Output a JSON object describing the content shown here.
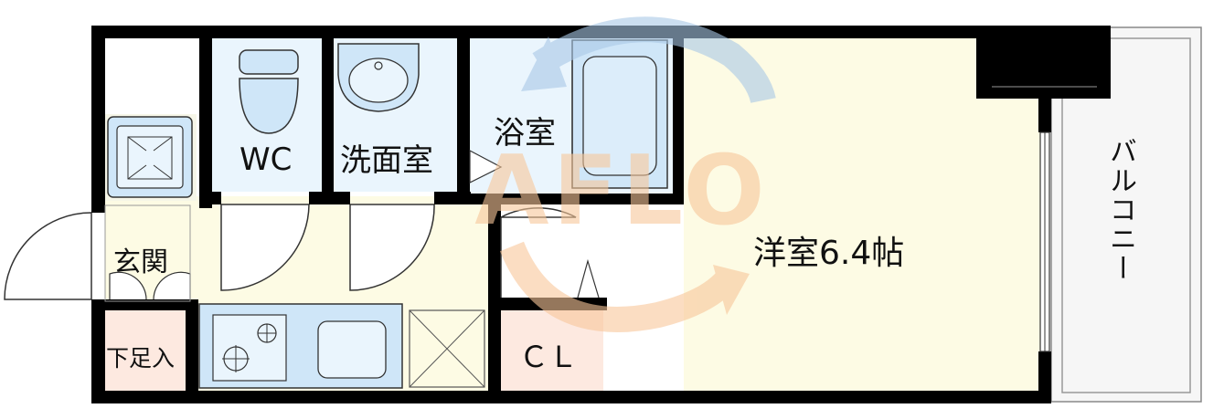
{
  "rooms": {
    "wc": "WC",
    "washroom": "洗面室",
    "bathroom": "浴室",
    "western_room": "洋室6.4帖",
    "entrance": "玄関",
    "shoe_box": "下足入",
    "closet": "ＣＬ",
    "balcony": "バルコニー"
  },
  "watermark": {
    "text": "AFLO"
  },
  "colors": {
    "wall": "#000000",
    "floor_room": "#fdfbe4",
    "floor_wet": "#eaf5fd",
    "floor_storage": "#fde9e0",
    "fixture": "#cfe6f8",
    "watermark_blue": "#a9c8e6",
    "watermark_orange": "#f8c79a"
  }
}
